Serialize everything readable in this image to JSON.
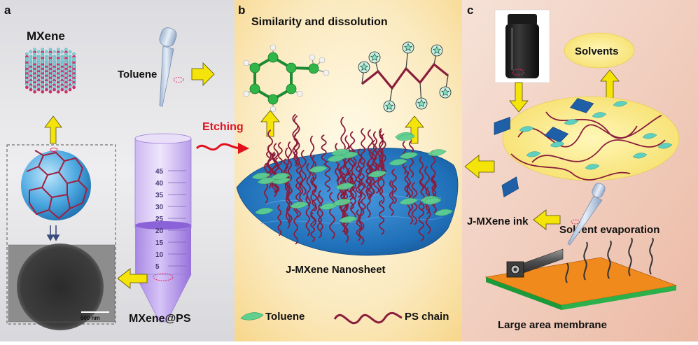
{
  "panels": {
    "a": {
      "letter": "a",
      "mxene_label": "MXene",
      "toluene_label": "Toluene",
      "composite_label": "MXene@PS",
      "scale_bar": "500 nm",
      "tube_ticks": [
        "45",
        "40",
        "35",
        "30",
        "25",
        "20",
        "15",
        "10",
        "5"
      ]
    },
    "b": {
      "letter": "b",
      "title": "Similarity and dissolution",
      "sheet_label": "J-MXene Nanosheet",
      "etching_label": "Etching",
      "legend": {
        "toluene": "Toluene",
        "ps_chain": "PS chain"
      }
    },
    "c": {
      "letter": "c",
      "solvents_label": "Solvents",
      "ink_label": "J-MXene ink",
      "evaporation_label": "Solvent evaporation",
      "membrane_label": "Large area membrane"
    }
  },
  "colors": {
    "panel_a_bg": "#e6e6e8",
    "panel_b_bg": "#fbe9b8",
    "panel_c_bg": "#f3d2c4",
    "arrow_yellow": "#f4e409",
    "etching_red": "#e0121d",
    "ps_chain": "#8a1d3c",
    "toluene_green": "#5fd090",
    "benzene_green": "#23a13c",
    "sheet_blue": "#1f6fb8",
    "tube_purple": "#b08fe6",
    "membrane_orange": "#f08a1c",
    "membrane_green": "#1a9a3a"
  }
}
